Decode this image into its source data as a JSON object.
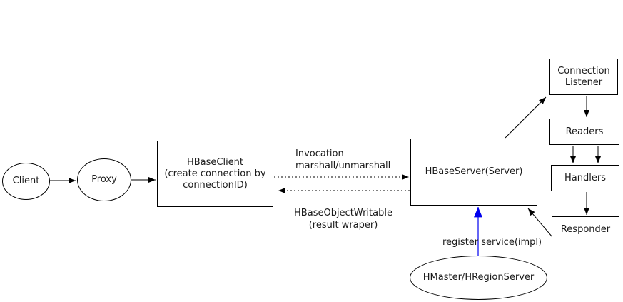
{
  "nodes": {
    "client": {
      "label": "Client"
    },
    "proxy": {
      "label": "Proxy"
    },
    "hbase_client": {
      "lines": [
        "HBaseClient",
        "(create connection by",
        "connectionID)"
      ]
    },
    "hbase_server": {
      "label": "HBaseServer(Server)"
    },
    "connection_listener": {
      "lines": [
        "Connection",
        "Listener"
      ]
    },
    "readers": {
      "label": "Readers"
    },
    "handlers": {
      "label": "Handlers"
    },
    "responder": {
      "label": "Responder"
    },
    "hmaster_hregionserver": {
      "label": "HMaster/HRegionServer"
    }
  },
  "edge_labels": {
    "invocation": {
      "lines": [
        "Invocation",
        "marshall/unmarshall"
      ]
    },
    "hbase_object_writable": {
      "lines": [
        "HBaseObjectWritable",
        "(result wraper)"
      ]
    },
    "register_service": {
      "label": "register service(impl)"
    }
  },
  "colors": {
    "edge_stroke": "#000000",
    "register_edge_stroke": "#0000ee",
    "background": "#ffffff",
    "text": "#1a1a1a"
  }
}
